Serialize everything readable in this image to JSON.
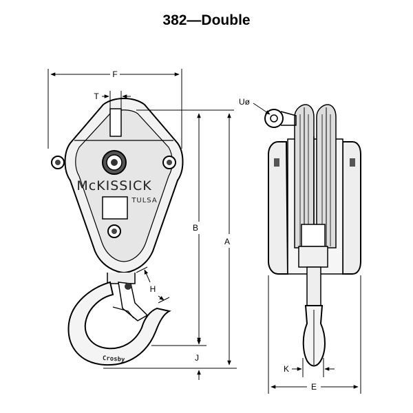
{
  "title": "382—Double",
  "brand": {
    "name": "McKISSICK",
    "city": "TULSA",
    "hook_stamp": "Crosby"
  },
  "dimensions": {
    "A": "A",
    "B": "B",
    "E": "E",
    "F": "F",
    "H": "H",
    "J": "J",
    "K": "K",
    "T": "T",
    "U": "Uø"
  }
}
